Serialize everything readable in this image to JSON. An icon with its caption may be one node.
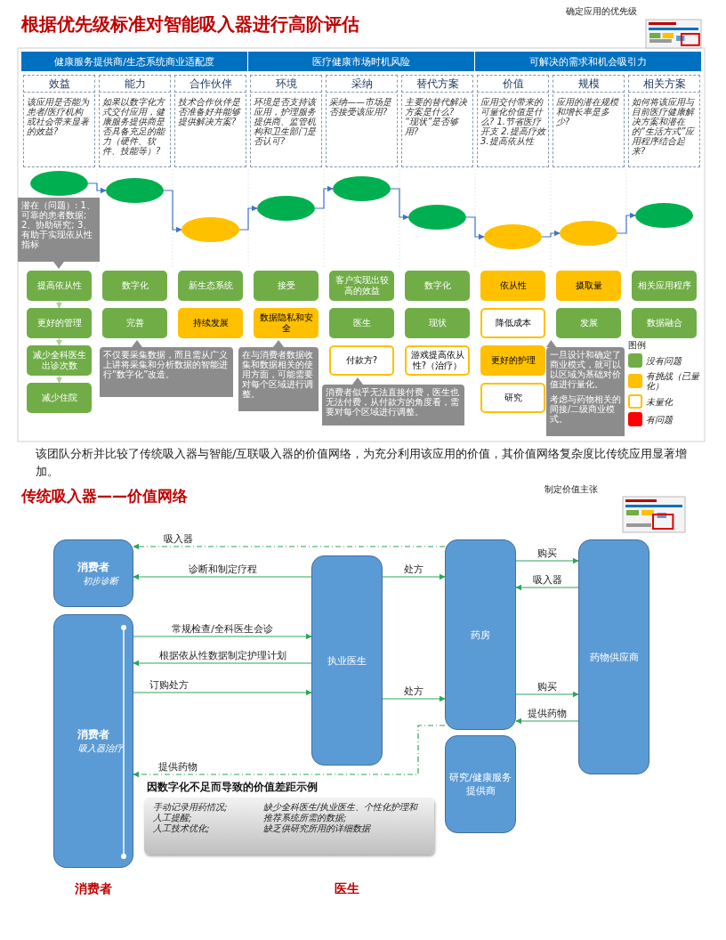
{
  "diagram": {
    "title": "根据优先级标准对智能吸入器进行高阶评估",
    "nodes": [
      {
        "text": [
          "健康服务提供商/生态系统商业适配度"
        ]
      },
      {
        "text": [
          "医疗健康市场时机风险"
        ]
      },
      {
        "text": [
          "可解决的需求和机会吸引力"
        ]
      },
      {
        "text": [
          "效益"
        ]
      },
      {
        "text": [
          "能力"
        ]
      },
      {
        "text": [
          "合作伙伴"
        ]
      },
      {
        "text": [
          "环境"
        ]
      },
      {
        "text": [
          "采纳"
        ]
      },
      {
        "text": [
          "替代方案"
        ]
      },
      {
        "text": [
          "价值"
        ]
      },
      {
        "text": [
          "规模"
        ]
      },
      {
        "text": [
          "相关方案"
        ]
      },
      {
        "text": [
          "该应用是否能为患者/医疗机构或社会带来显著的效益?"
        ]
      },
      {
        "text": [
          "如果以数字化方式交付应用，健康服务提供商是否具备充足的能力（硬件、软件、技能等）?"
        ]
      },
      {
        "text": [
          "技术合作伙伴是否准备好并能够提供解决方案?"
        ]
      },
      {
        "text": [
          "环境是否支持该应用，护理服务提供商、监管机构和卫生部门是否认可?"
        ]
      },
      {
        "text": [
          "采纳——市场是否接受该应用?"
        ]
      },
      {
        "text": [
          "主要的替代解决方案是什么? “现状”是否够用?"
        ]
      },
      {
        "text": [
          "应用交付带来的可量化价值是什么? 1.节省医疗开支 2.提高疗效 3.提高依从性"
        ]
      },
      {
        "text": [
          "应用的潜在规模和增长率是多少?"
        ]
      },
      {
        "text": [
          "如何将该应用与目前医疗健康解决方案和潜在的“生活方式”应用程序结合起来?"
        ]
      },
      {
        "text": [],
        "shape": "ellipse"
      },
      {
        "text": [],
        "shape": "ellipse"
      },
      {
        "text": [],
        "shape": "ellipse"
      },
      {
        "text": [],
        "shape": "ellipse"
      },
      {
        "text": [],
        "shape": "ellipse"
      },
      {
        "text": [],
        "shape": "ellipse"
      },
      {
        "text": [],
        "shape": "ellipse"
      },
      {
        "text": [],
        "shape": "ellipse"
      },
      {
        "text": [],
        "shape": "ellipse"
      },
      {
        "text": [
          "潜在（问题）: 1、可靠的患者数据; 2、协助研究; 3、有助于实现依从性指标"
        ]
      },
      {
        "text": [
          "提高依从性"
        ]
      },
      {
        "text": [
          "数字化"
        ]
      },
      {
        "text": [
          "新生态系统"
        ]
      },
      {
        "text": [
          "接受"
        ]
      },
      {
        "text": [
          "客户实现出较高的效益"
        ]
      },
      {
        "text": [
          "数字化"
        ]
      },
      {
        "text": [
          "依从性"
        ]
      },
      {
        "text": [
          "摄取量"
        ]
      },
      {
        "text": [
          "相关应用程序"
        ]
      },
      {
        "text": [
          "更好的管理"
        ]
      },
      {
        "text": [
          "完善"
        ]
      },
      {
        "text": [
          "持续发展"
        ]
      },
      {
        "text": [
          "数据隐私和安全"
        ]
      },
      {
        "text": [
          "医生"
        ]
      },
      {
        "text": [
          "现状"
        ]
      },
      {
        "text": [
          "降低成本"
        ]
      },
      {
        "text": [
          "发展"
        ]
      },
      {
        "text": [
          "数据融合"
        ]
      },
      {
        "text": [
          "减少全科医生出诊次数"
        ]
      },
      {
        "text": [
          "付款方?"
        ]
      },
      {
        "text": [
          "游戏提高依从性?（治疗）"
        ]
      },
      {
        "text": [
          "更好的护理"
        ]
      },
      {
        "text": [
          "减少住院"
        ]
      },
      {
        "text": [
          "研究"
        ]
      },
      {
        "text": [
          "不仅要采集数据，而且需从广义上讲将采集和分析数据的智能进行“数字化”改造。"
        ]
      },
      {
        "text": [
          "在与消费者数据收集和数据相关的使用方面，可能需要对每个区域进行调整。"
        ]
      },
      {
        "text": [
          "消费者似乎无法直接付费，医生也无法付费，从付款方的角度看，需要对每个区域进行调整。"
        ]
      },
      {
        "text": [
          "一旦设计和确定了商业模式，就可以以区域为基础对价值进行量化。",
          "考虑与药物相关的间接/二级商业模式。"
        ]
      },
      {
        "text": [
          "消费者",
          "初步诊断"
        ]
      },
      {
        "text": [
          "消费者",
          "吸入器治疗"
        ]
      },
      {
        "text": [
          "执业医生"
        ]
      },
      {
        "text": [
          "药房"
        ]
      },
      {
        "text": [
          "药物供应商"
        ]
      },
      {
        "text": [
          "研究/健康服务提供商"
        ]
      },
      {
        "text": [
          "手动记录用药情况;",
          "人工提醒;",
          "人工技术优化;",
          "缺少全科医生/执业医生、个性化护理和推荐系统所需的数据;",
          "缺乏供研究所用的详细数据"
        ]
      }
    ],
    "edges": [
      {
        "from": 21,
        "to": 22,
        "arrow": "to",
        "color": "#4472c4"
      },
      {
        "from": 22,
        "to": 23,
        "arrow": "to",
        "color": "#4472c4"
      },
      {
        "from": 23,
        "to": 24,
        "arrow": "to",
        "color": "#4472c4"
      },
      {
        "from": 24,
        "to": 25,
        "arrow": "to",
        "color": "#4472c4"
      },
      {
        "from": 25,
        "to": 26,
        "arrow": "to",
        "color": "#4472c4"
      },
      {
        "from": 26,
        "to": 27,
        "arrow": "to",
        "color": "#4472c4"
      },
      {
        "from": 27,
        "to": 28,
        "arrow": "to",
        "color": "#4472c4"
      },
      {
        "from": 28,
        "to": 29,
        "arrow": "to",
        "color": "#4472c4"
      },
      {
        "from": 31,
        "to": 40,
        "arrow": "to",
        "color": "#a9d18e"
      },
      {
        "from": 40,
        "to": 49,
        "arrow": "to",
        "color": "#a9d18e"
      },
      {
        "from": 49,
        "to": 53,
        "arrow": "to",
        "color": "#a9d18e"
      },
      {
        "from": 61,
        "to": 59,
        "arrow": "to",
        "label": "诊断和制定疗程"
      },
      {
        "from": 62,
        "to": 59,
        "arrow": "to",
        "label": "吸入器",
        "style": "dashed"
      },
      {
        "from": 61,
        "to": 62,
        "arrow": "to",
        "label": "处方"
      },
      {
        "from": 62,
        "to": 63,
        "arrow": "to",
        "label": "购买"
      },
      {
        "from": 63,
        "to": 62,
        "arrow": "to",
        "label": "吸入器"
      },
      {
        "from": 60,
        "to": 61,
        "arrow": "to",
        "label": "常规检查/全科医生会诊"
      },
      {
        "from": 61,
        "to": 60,
        "arrow": "to",
        "label": "根据依从性数据制定护理计划"
      },
      {
        "from": 60,
        "to": 61,
        "arrow": "to",
        "label": "订购处方"
      },
      {
        "from": 61,
        "to": 62,
        "arrow": "to",
        "label": "处方"
      },
      {
        "from": 62,
        "to": 60,
        "arrow": "to",
        "label": "提供药物",
        "style": "dashed"
      },
      {
        "from": 62,
        "to": 63,
        "arrow": "to",
        "label": "购买"
      },
      {
        "from": 63,
        "to": 62,
        "arrow": "to",
        "label": "提供药物"
      }
    ],
    "labels": [
      "确定应用的优先级",
      "图例",
      "该团队分析并比较了传统吸入器与智能/互联吸入器的价值网络，为充分利用该应用的价值，其价值网络复杂度比传统应用显著增加。",
      "传统吸入器——价值网络",
      "制定价值主张",
      "因数字化不足而导致的价值差距示例",
      "消费者",
      "医生"
    ],
    "legend": [
      {
        "text": "没有问题",
        "color": "#70ad47"
      },
      {
        "text": "有挑战（已量化）",
        "color": "#ffc000"
      },
      {
        "text": "未量化"
      },
      {
        "text": "有问题",
        "color": "#ff0000"
      }
    ]
  }
}
